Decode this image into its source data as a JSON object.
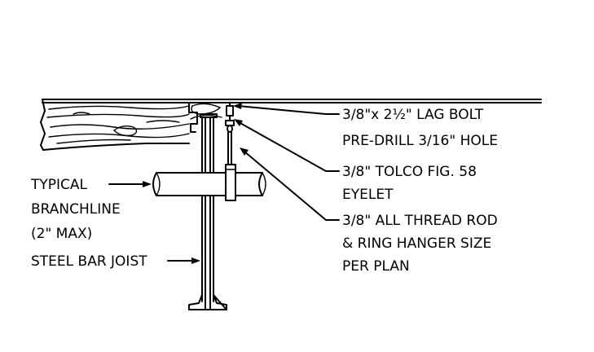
{
  "labels": {
    "lag_bolt_line1": "3/8\"x 2½\" LAG BOLT",
    "lag_bolt_line2": "PRE-DRILL 3/16\" HOLE",
    "eyelet_line1": "3/8\" TOLCO FIG. 58",
    "eyelet_line2": "EYELET",
    "rod_line1": "3/8\" ALL THREAD ROD",
    "rod_line2": "& RING HANGER SIZE",
    "rod_line3": "PER PLAN",
    "branchline_line1": "TYPICAL",
    "branchline_line2": "BRANCHLINE",
    "branchline_line3": "(2\" MAX)",
    "joist": "STEEL BAR JOIST"
  }
}
